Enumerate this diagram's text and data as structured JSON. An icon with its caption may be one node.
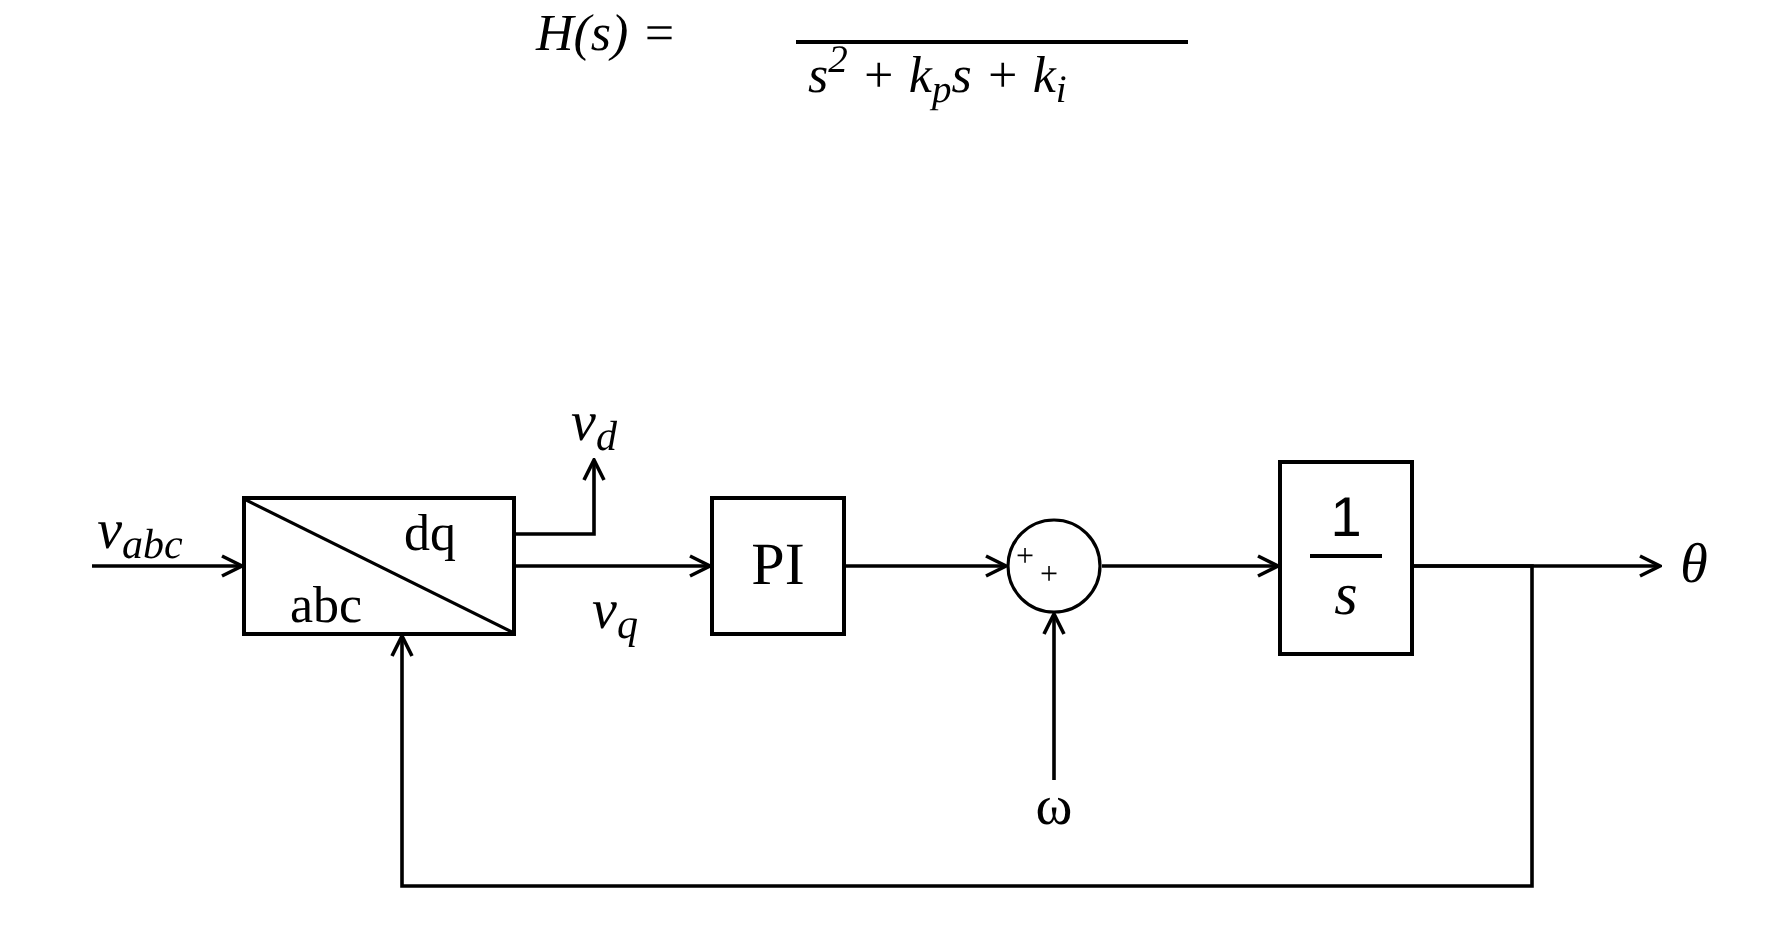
{
  "diagram": {
    "nodes": [
      {
        "text": [
          "v$_{abc}$"
        ]
      },
      {
        "text": [
          "dq",
          "abc"
        ]
      },
      {
        "text": [
          "v$_{d}$"
        ]
      },
      {
        "text": [
          "PI"
        ]
      },
      {
        "text": [
          "+",
          "+"
        ]
      },
      {
        "text": [
          "ω"
        ]
      },
      {
        "text": [
          "1",
          "s"
        ]
      },
      {
        "text": [
          "θ"
        ]
      }
    ],
    "edges": [
      {
        "from": 0,
        "to": 1,
        "arrow": "to"
      },
      {
        "from": 1,
        "to": 2,
        "arrow": "to"
      },
      {
        "from": 1,
        "to": 3,
        "arrow": "to",
        "label": "v$_{q}$"
      },
      {
        "from": 3,
        "to": 4,
        "arrow": "to"
      },
      {
        "from": 5,
        "to": 4,
        "arrow": "to"
      },
      {
        "from": 4,
        "to": 6,
        "arrow": "to"
      },
      {
        "from": 6,
        "to": 7,
        "arrow": "to"
      },
      {
        "from": 6,
        "to": 1,
        "arrow": "to"
      }
    ],
    "labels": [
      "H(s) =",
      "s$^{2}$ + k$_{p}$s + k$_{i}$"
    ]
  }
}
